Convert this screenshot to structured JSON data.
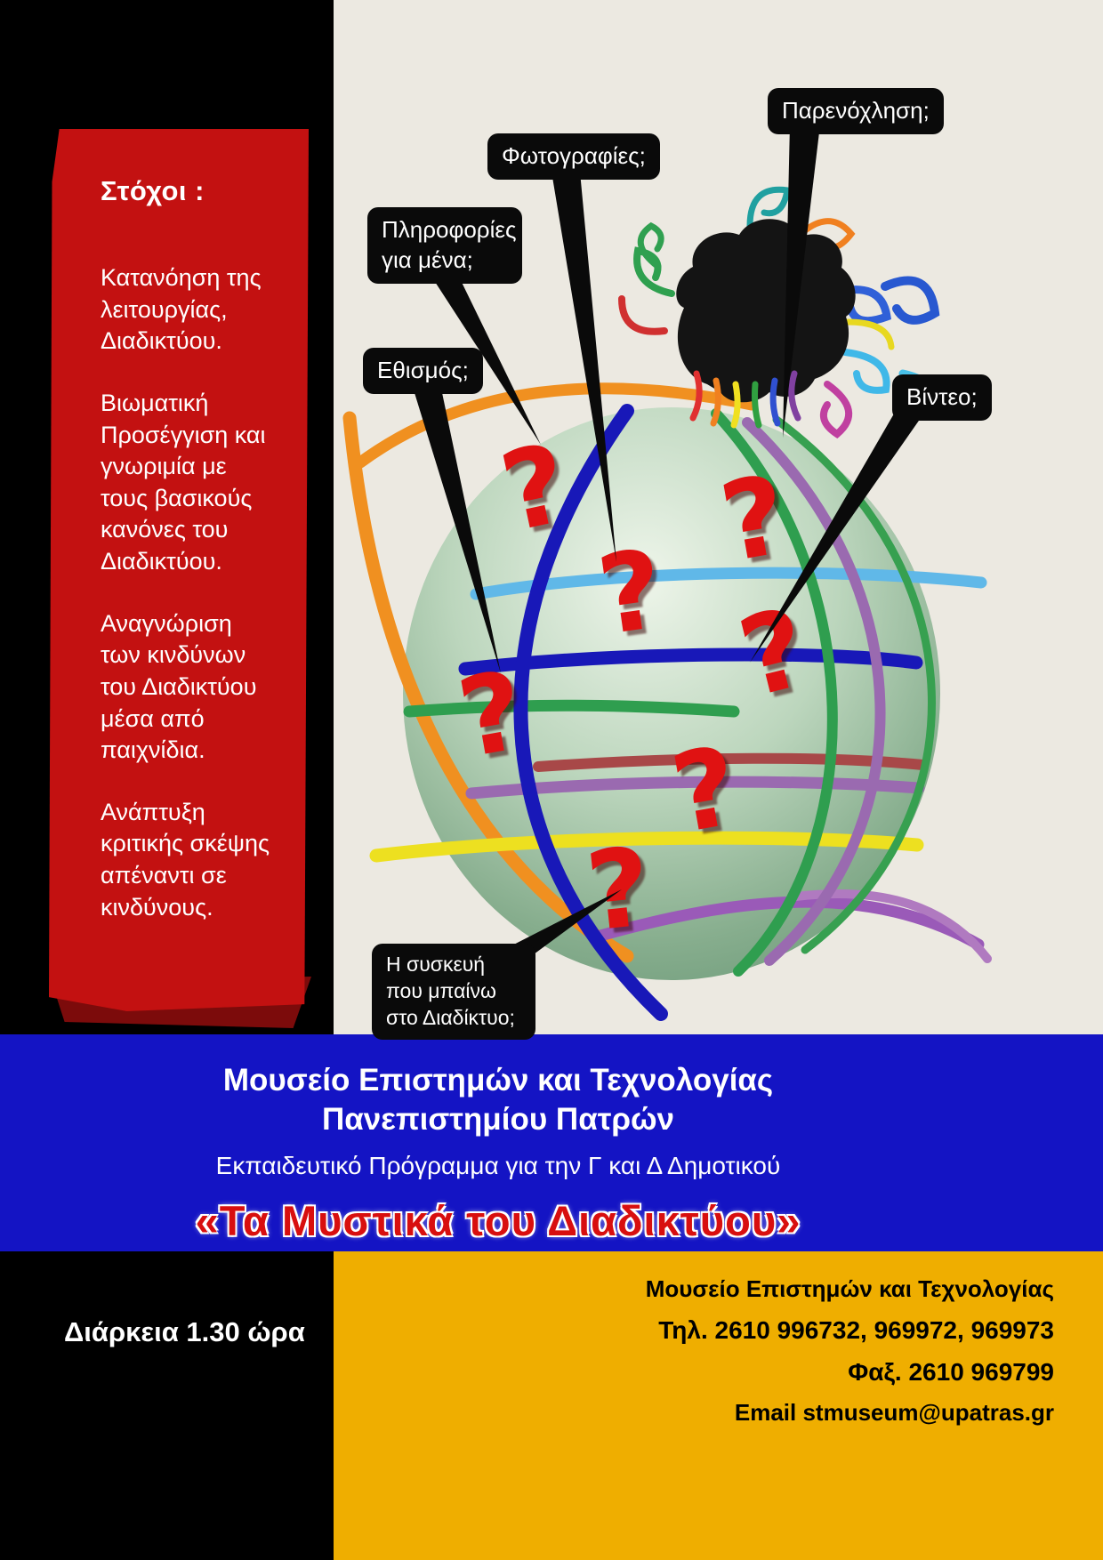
{
  "poster": {
    "goals": {
      "heading": "Στόχοι :",
      "items": [
        "Κατανόηση της λειτουργίας, Διαδικτύου.",
        "Βιωματική Προσέγγιση και γνωριμία με τους βασικούς κανόνες του Διαδικτύου.",
        "Αναγνώριση  των   κινδύνων  του Διαδικτύου μέσα από παιχνίδια.",
        "Ανάπτυξη κριτικής σκέψης απέναντι σε κινδύνους."
      ]
    },
    "callouts": {
      "info_about_me": "Πληροφορίες για μένα;",
      "photos": "Φωτογραφίες;",
      "harassment": "Παρενόχληση;",
      "addiction": "Εθισμός;",
      "video": "Βίντεο;",
      "device": "Η συσκευή που μπαίνω  στο Διαδίκτυο;"
    },
    "question_mark": "?",
    "banner": {
      "museum_line1": "Μουσείο  Επιστημών και Τεχνολογίας",
      "museum_line2": "Πανεπιστημίου Πατρών",
      "program": "Εκπαιδευτικό Πρόγραμμα για την Γ και Δ Δημοτικού",
      "title": "«Τα Μυστικά του Διαδικτύου»"
    },
    "footer": {
      "duration": "Διάρκεια  1.30 ώρα",
      "museum": "Μουσείο Επιστημών και Τεχνολογίας",
      "phone": "Τηλ. 2610 996732, 969972, 969973",
      "fax": "Φαξ. 2610 969799",
      "email": "Email stmuseum@upatras.gr"
    },
    "colors": {
      "red_banner": "#c31111",
      "blue_band": "#1414c4",
      "gold": "#efae00",
      "question_red": "#e01212",
      "cream": "#ece9e1"
    }
  }
}
